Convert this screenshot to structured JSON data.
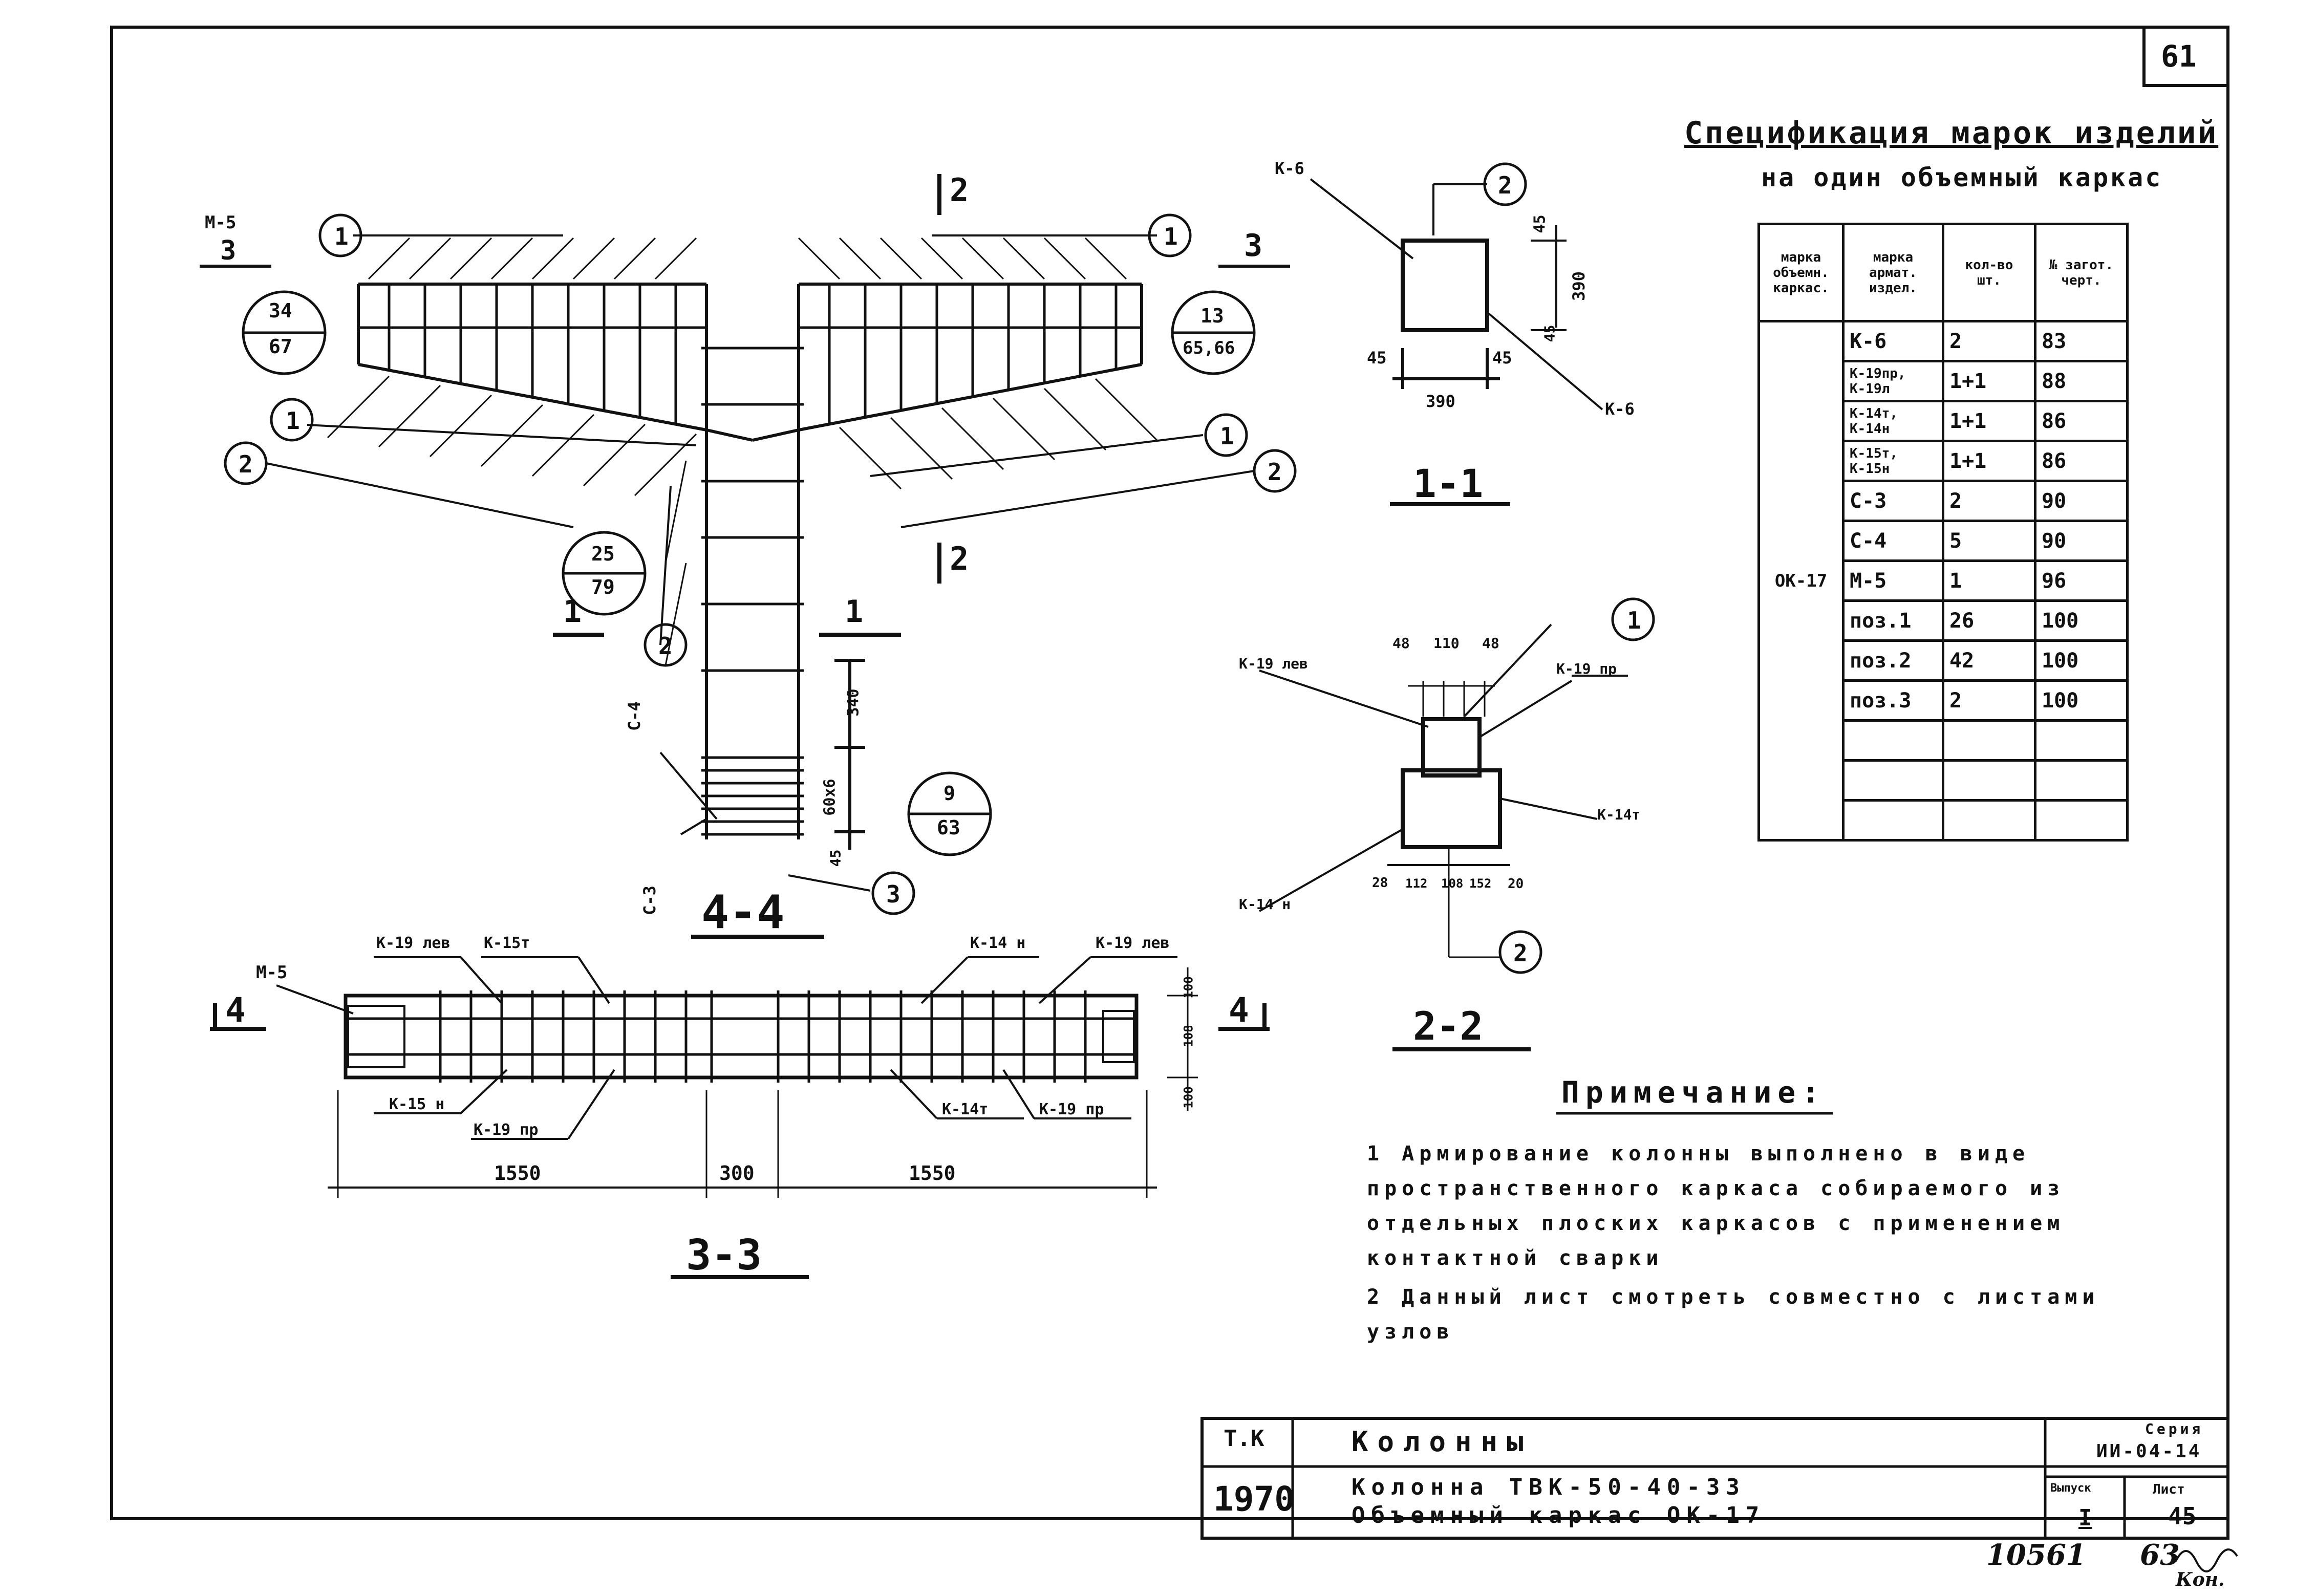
{
  "sheet_number": "61",
  "spec": {
    "title": "Спецификация марок изделий",
    "subtitle": "на один объемный каркас",
    "headers": [
      "марка объемн. каркас.",
      "марка армат. издел.",
      "кол-во шт.",
      "№ загот. черт."
    ],
    "frame_mark": "ОК-17",
    "rows": [
      {
        "item": "К-6",
        "qty": "2",
        "drawing": "83"
      },
      {
        "item": "К-19пр, К-19л",
        "qty": "1+1",
        "drawing": "88"
      },
      {
        "item": "К-14т, К-14н",
        "qty": "1+1",
        "drawing": "86"
      },
      {
        "item": "К-15т, К-15н",
        "qty": "1+1",
        "drawing": "86"
      },
      {
        "item": "С-3",
        "qty": "2",
        "drawing": "90"
      },
      {
        "item": "С-4",
        "qty": "5",
        "drawing": "90"
      },
      {
        "item": "М-5",
        "qty": "1",
        "drawing": "96"
      },
      {
        "item": "поз.1",
        "qty": "26",
        "drawing": "100"
      },
      {
        "item": "поз.2",
        "qty": "42",
        "drawing": "100"
      },
      {
        "item": "поз.3",
        "qty": "2",
        "drawing": "100"
      }
    ]
  },
  "views": {
    "view_4_4": "4-4",
    "view_1_1": "1-1",
    "view_2_2": "2-2",
    "view_3_3": "3-3",
    "cut_1": "1",
    "cut_2": "2",
    "cut_3": "3",
    "cut_4": "4"
  },
  "callouts": {
    "m5_label": "М-5",
    "m5_sub": "3",
    "ref_34_67": [
      "34",
      "67"
    ],
    "ref_13_6566": [
      "13",
      "65,66"
    ],
    "ref_25_79": [
      "25",
      "79"
    ],
    "ref_9_63": [
      "9",
      "63"
    ],
    "pos1": "1",
    "pos2": "2",
    "pos3": "3",
    "c4": "С-4",
    "c3": "С-3",
    "k6": "К-6",
    "k19lev": "К-19 лев",
    "k19pr": "К-19 пр",
    "k14t": "К-14т",
    "k14n": "К-14 н",
    "k15t": "К-15т",
    "k15n": "К-15 н",
    "k19lev_b": "К-19 лев"
  },
  "dims": {
    "d45": "45",
    "d390": "390",
    "d340": "340",
    "d60x6": "60х6",
    "d48": "48",
    "d110": "110",
    "d28": "28",
    "d112": "112",
    "d108": "108",
    "d152": "152",
    "d20": "20",
    "d100": "100",
    "d1550a": "1550",
    "d300": "300",
    "d1550b": "1550"
  },
  "notes": {
    "heading": "Примечание:",
    "items": [
      "1 Армирование колонны выполнено в виде пространственного каркаса собираемого из отдельных плоских каркасов с применением контактной сварки",
      "2 Данный лист смотреть совместно с листами узлов"
    ]
  },
  "title_block": {
    "tk": "Т.К",
    "year": "1970",
    "name": "Колонны",
    "line1": "Колонна ТВК-50-40-33",
    "line2": "Объемный каркас ОК-17",
    "series_label": "Серия",
    "series_value": "ИИ-04-14",
    "issue_label": "Выпуск",
    "issue_value": "I",
    "sheet_label": "Лист",
    "sheet_value": "45"
  },
  "handwritten": {
    "number": "10561",
    "page": "63",
    "sign": "Кон."
  }
}
